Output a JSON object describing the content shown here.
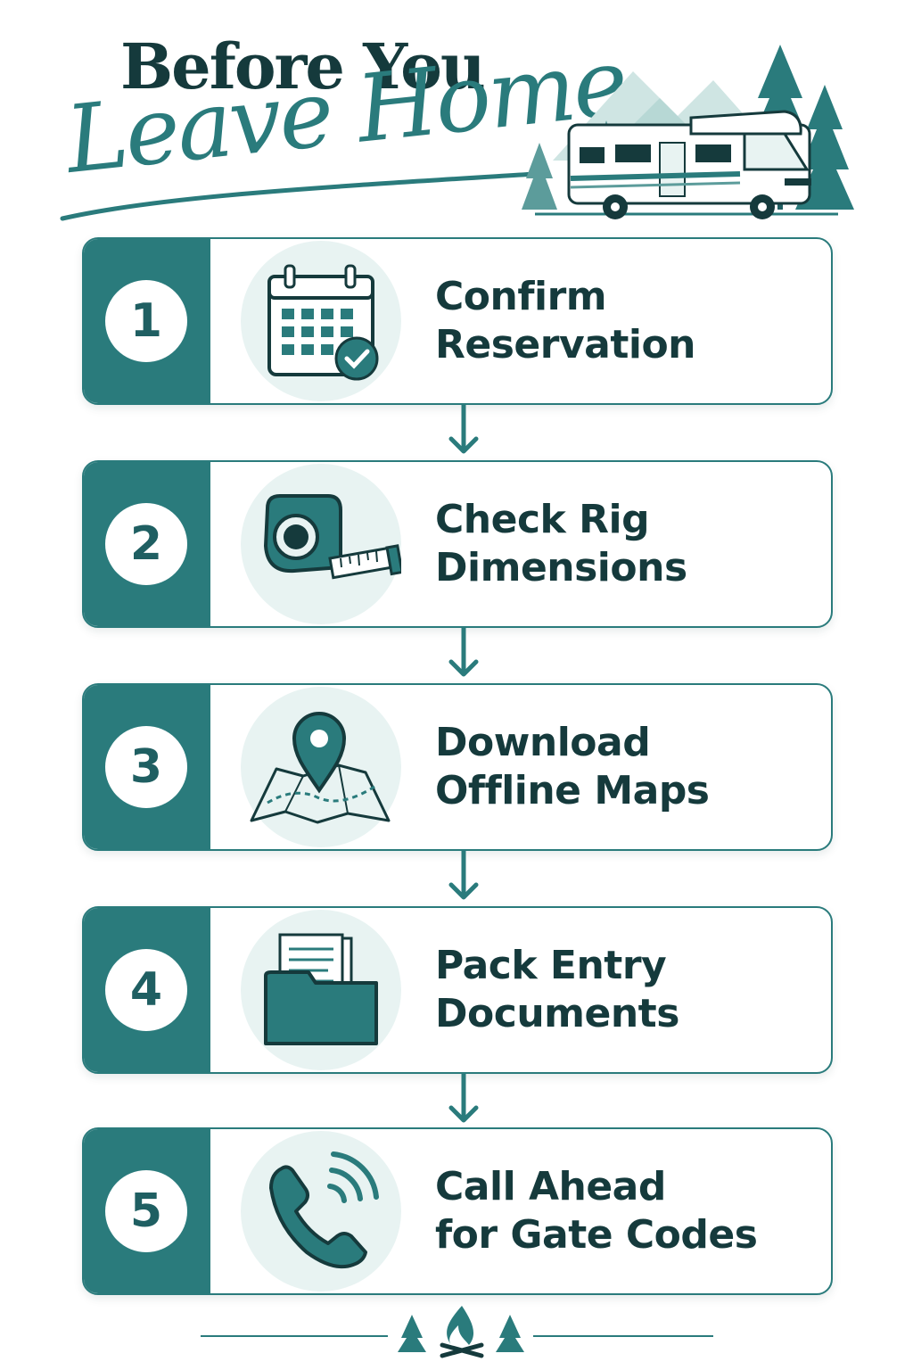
{
  "header": {
    "title_line1": "Before You",
    "title_line2": "Leave Home"
  },
  "steps": [
    {
      "number": "1",
      "line1": "Confirm",
      "line2": "Reservation",
      "icon": "calendar-check-icon"
    },
    {
      "number": "2",
      "line1": "Check Rig",
      "line2": "Dimensions",
      "icon": "tape-measure-icon"
    },
    {
      "number": "3",
      "line1": "Download",
      "line2": "Offline Maps",
      "icon": "map-pin-icon"
    },
    {
      "number": "4",
      "line1": "Pack Entry",
      "line2": "Documents",
      "icon": "folder-documents-icon"
    },
    {
      "number": "5",
      "line1": "Call Ahead",
      "line2": "for Gate Codes",
      "icon": "phone-call-icon"
    }
  ],
  "colors": {
    "teal": "#2a7b7c",
    "dark": "#153a3c",
    "light_teal": "#e8f3f2"
  }
}
